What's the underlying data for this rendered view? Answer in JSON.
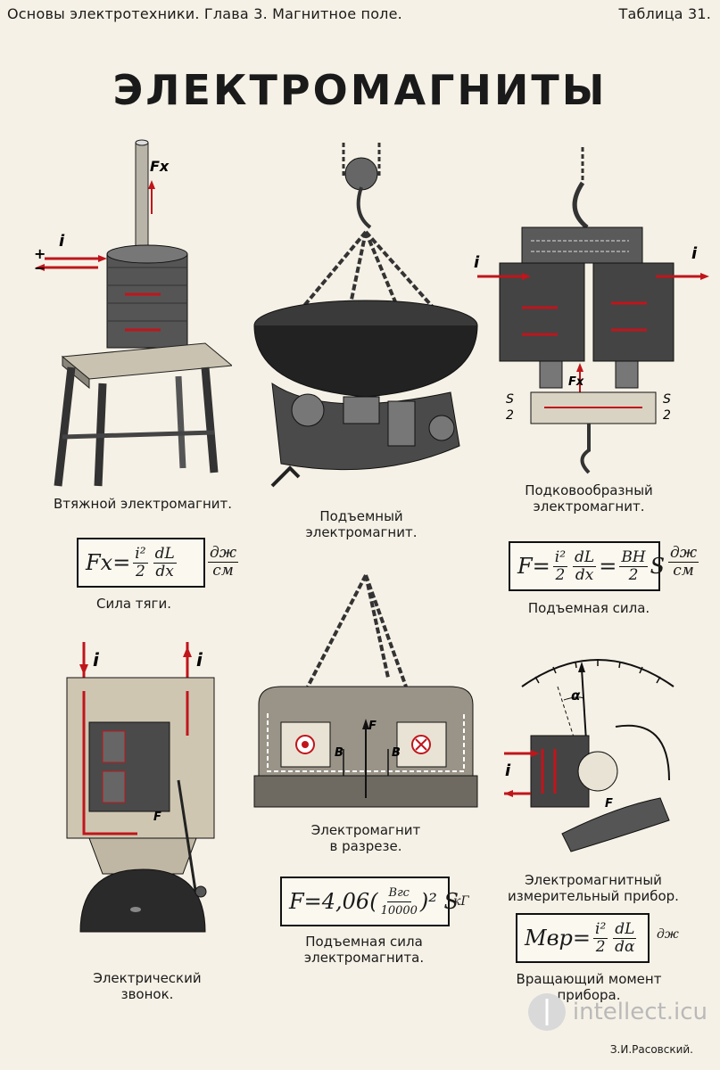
{
  "header": {
    "left": "Основы электротехники. Глава 3. Магнитное поле.",
    "right": "Таблица 31."
  },
  "title": "ЭЛЕКТРОМАГНИТЫ",
  "captions": {
    "pull": "Втяжной электромагнит.",
    "lifting_1": "Подъемный",
    "lifting_2": "электромагнит.",
    "horseshoe_1": "Подковообразный",
    "horseshoe_2": "электромагнит.",
    "pull_force": "Сила тяги.",
    "lift_force": "Подъемная сила.",
    "section_1": "Электромагнит",
    "section_2": "в разрезе.",
    "bell_1": "Электрический",
    "bell_2": "звонок.",
    "instrument_1": "Электромагнитный",
    "instrument_2": "измерительный прибор.",
    "lift_force_em_1": "Подъемная сила",
    "lift_force_em_2": "электромагнита.",
    "torque_1": "Вращающий момент",
    "torque_2": "прибора."
  },
  "formulas": {
    "pull": {
      "lhs": "Fx=",
      "f1n": "i²",
      "f1d": "2",
      "f2n": "dL",
      "f2d": "dx",
      "unit_n": "дж",
      "unit_d": "см"
    },
    "lift": {
      "lhs": "F=",
      "f1n": "i²",
      "f1d": "2",
      "f2n": "dL",
      "f2d": "dx",
      "eq": "=",
      "f3n": "BH",
      "f3d": "2",
      "tail": "S",
      "unit_n": "дж",
      "unit_d": "см"
    },
    "em": {
      "lhs": "F=4,06(",
      "fn": "Bгс",
      "fd": "10000",
      "rhs": ")² S",
      "unit": "кГ"
    },
    "torque": {
      "lhs": "Mвр=",
      "f1n": "i²",
      "f1d": "2",
      "f2n": "dL",
      "f2d": "dα",
      "unit": "дж"
    }
  },
  "labels": {
    "i": "i",
    "fx": "Fx",
    "s2": "S",
    "two": "2",
    "f": "F",
    "b": "B",
    "alpha": "α",
    "plus": "+",
    "minus": "−"
  },
  "watermark": "intellect.icu",
  "signature": "З.И.Расовский."
}
